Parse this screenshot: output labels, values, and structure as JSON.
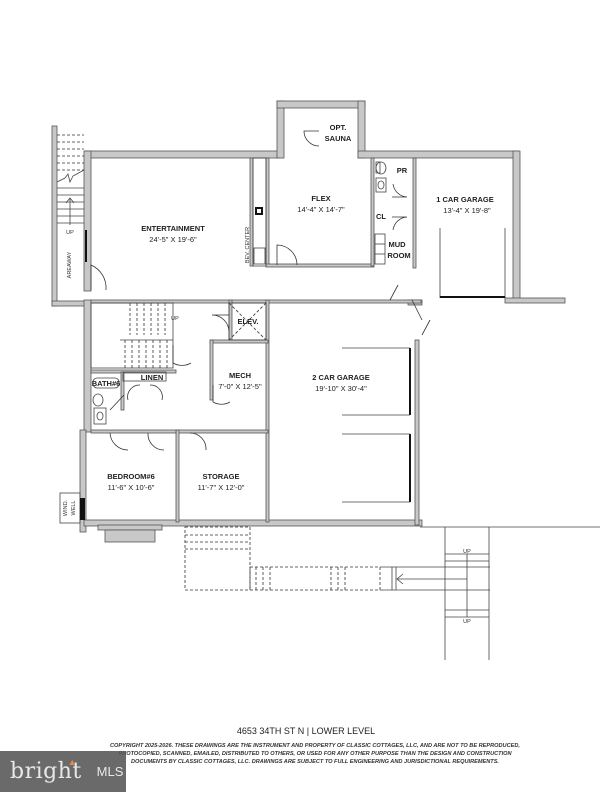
{
  "plan": {
    "title": "4653 34TH ST N | LOWER LEVEL",
    "rooms": {
      "entertainment": {
        "name": "ENTERTAINMENT",
        "dims": "24'-5\" X 19'-6\""
      },
      "flex": {
        "name": "FLEX",
        "dims": "14'-4\" X 14'-7\""
      },
      "sauna": {
        "name1": "OPT.",
        "name2": "SAUNA"
      },
      "pr": {
        "name": "PR"
      },
      "cl": {
        "name": "CL"
      },
      "mud": {
        "name1": "MUD",
        "name2": "ROOM"
      },
      "garage1": {
        "name": "1 CAR GARAGE",
        "dims": "13'-4\" X 19'-8\""
      },
      "garage2": {
        "name": "2 CAR GARAGE",
        "dims": "19'-10\" X 30'-4\""
      },
      "elev": {
        "name": "ELEV."
      },
      "mech": {
        "name": "MECH",
        "dims": "7'-0\" X 12'-5\""
      },
      "bath": {
        "name": "BATH#6"
      },
      "linen": {
        "name": "LINEN"
      },
      "bedroom": {
        "name": "BEDROOM#6",
        "dims": "11'-6\" X 10'-6\""
      },
      "storage": {
        "name": "STORAGE",
        "dims": "11'-7\" X 12'-0\""
      },
      "bev": {
        "name": "BEV. CENTER"
      },
      "areaway": {
        "name": "AREAWAY"
      },
      "windwell": {
        "name1": "WIND.",
        "name2": "WELL"
      }
    },
    "stair_labels": {
      "up1": "UP",
      "up2": "UP",
      "up3": "UP",
      "up4": "UP"
    }
  },
  "footer": {
    "copyright": "COPYRIGHT 2025-2026. THESE DRAWINGS ARE THE INSTRUMENT AND PROPERTY OF CLASSIC COTTAGES, LLC, AND ARE NOT TO BE REPRODUCED, PHOTOCOPIED, SCANNED, EMAILED, DISTRIBUTED TO OTHERS, OR USED FOR ANY OTHER PURPOSE THAN THE DESIGN AND CONSTRUCTION DOCUMENTS BY CLASSIC COTTAGES, LLC. DRAWINGS ARE SUBJECT TO FULL ENGINEERING AND JURISDICTIONAL REQUIREMENTS."
  },
  "watermark": {
    "brand": "bright",
    "suffix": "MLS"
  }
}
